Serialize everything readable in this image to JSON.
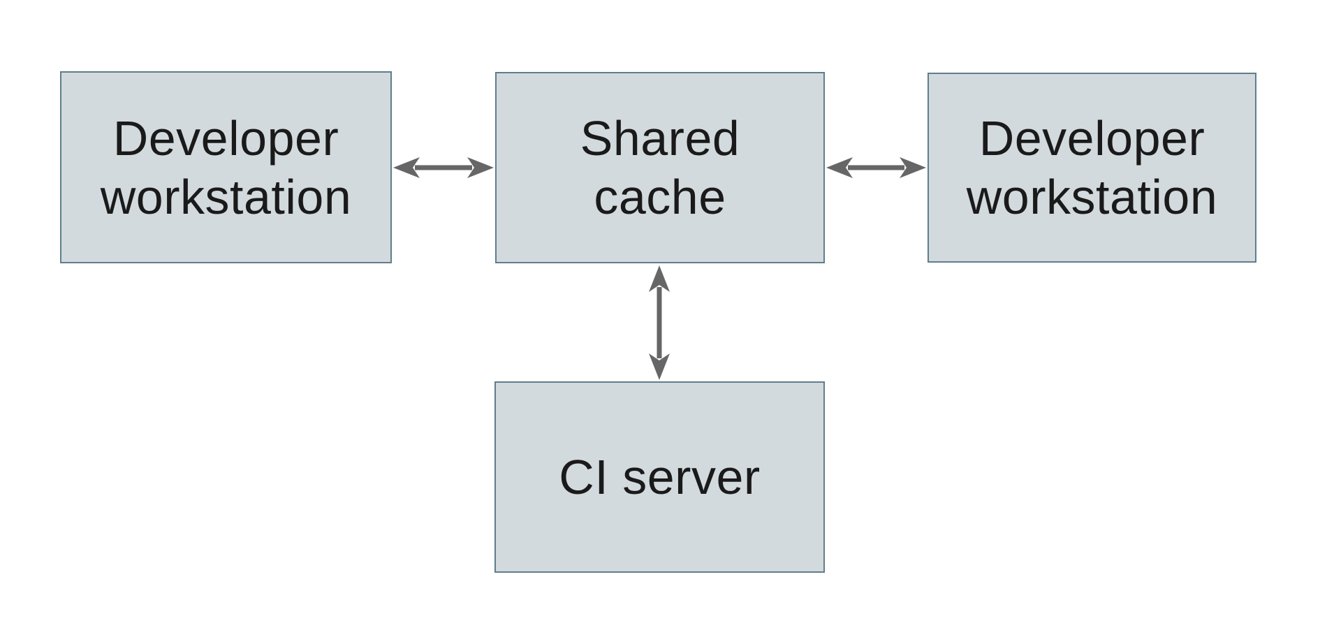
{
  "diagram": {
    "colors": {
      "background": "#ffffff",
      "node_fill": "#d3dadd",
      "node_border": "#5f7d8c",
      "arrow": "#666666",
      "text": "#1a1a1a"
    },
    "nodes": [
      {
        "id": "developer-workstation-left",
        "label": "Developer\nworkstation"
      },
      {
        "id": "shared-cache",
        "label": "Shared\ncache"
      },
      {
        "id": "developer-workstation-right",
        "label": "Developer\nworkstation"
      },
      {
        "id": "ci-server",
        "label": "CI server"
      }
    ],
    "connections": [
      {
        "from": "developer-workstation-left",
        "to": "shared-cache",
        "type": "bidirectional"
      },
      {
        "from": "shared-cache",
        "to": "developer-workstation-right",
        "type": "bidirectional"
      },
      {
        "from": "shared-cache",
        "to": "ci-server",
        "type": "bidirectional"
      }
    ]
  }
}
